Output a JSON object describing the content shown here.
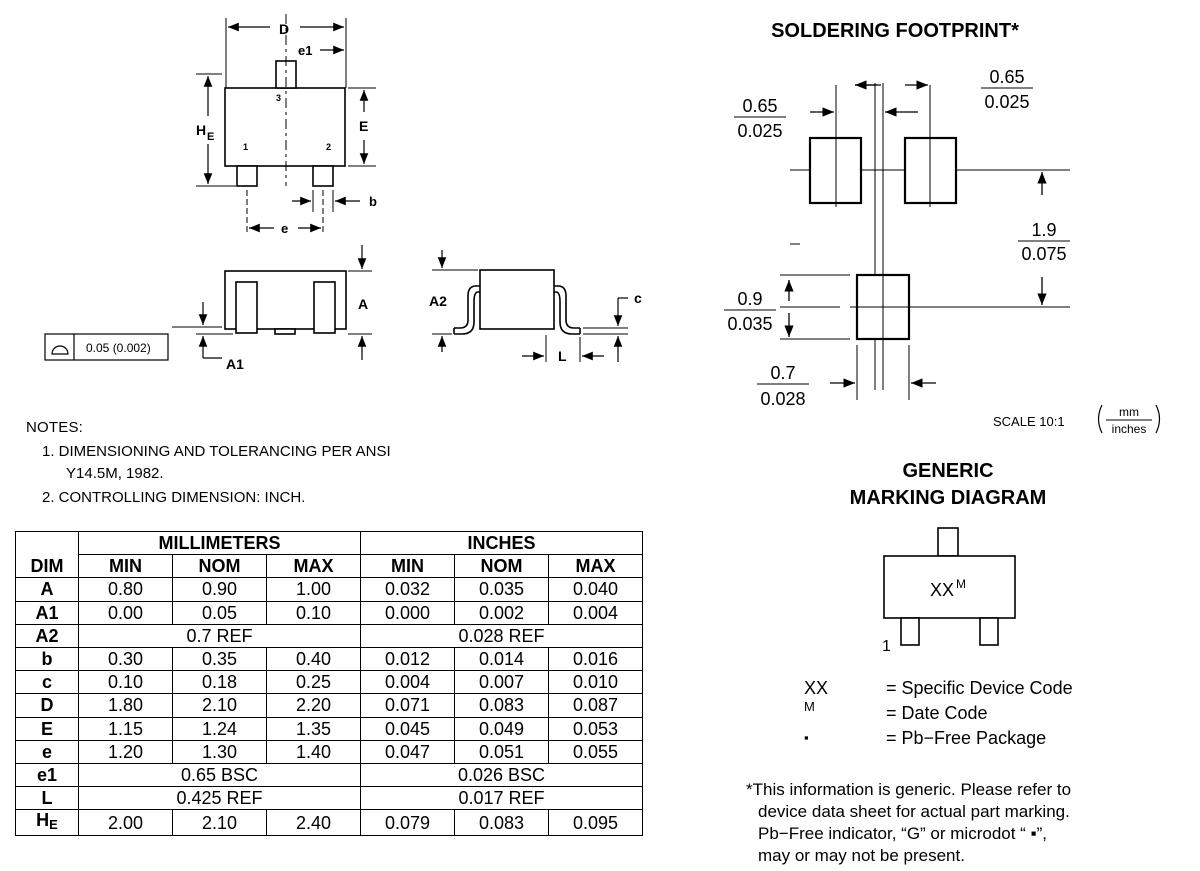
{
  "drawing": {
    "label_D": "D",
    "label_e1": "e1",
    "label_HE": "H",
    "label_HE_sub": "E",
    "label_E": "E",
    "label_b": "b",
    "label_e": "e",
    "pin1": "1",
    "pin2": "2",
    "pin3": "3",
    "label_A": "A",
    "label_A1": "A1",
    "label_A2": "A2",
    "label_c": "c",
    "label_L": "L",
    "flatness": "0.05 (0.002)"
  },
  "notes": {
    "heading": "NOTES:",
    "items": [
      "1.  DIMENSIONING AND TOLERANCING PER ANSI",
      "Y14.5M, 1982.",
      "2.  CONTROLLING DIMENSION: INCH."
    ]
  },
  "table": {
    "group_mm": "MILLIMETERS",
    "group_in": "INCHES",
    "headers": [
      "DIM",
      "MIN",
      "NOM",
      "MAX",
      "MIN",
      "NOM",
      "MAX"
    ],
    "rows": [
      [
        "A",
        "0.80",
        "0.90",
        "1.00",
        "0.032",
        "0.035",
        "0.040"
      ],
      [
        "A1",
        "0.00",
        "0.05",
        "0.10",
        "0.000",
        "0.002",
        "0.004"
      ],
      [
        "A2",
        "0.7 REF",
        "0.028 REF"
      ],
      [
        "b",
        "0.30",
        "0.35",
        "0.40",
        "0.012",
        "0.014",
        "0.016"
      ],
      [
        "c",
        "0.10",
        "0.18",
        "0.25",
        "0.004",
        "0.007",
        "0.010"
      ],
      [
        "D",
        "1.80",
        "2.10",
        "2.20",
        "0.071",
        "0.083",
        "0.087"
      ],
      [
        "E",
        "1.15",
        "1.24",
        "1.35",
        "0.045",
        "0.049",
        "0.053"
      ],
      [
        "e",
        "1.20",
        "1.30",
        "1.40",
        "0.047",
        "0.051",
        "0.055"
      ],
      [
        "e1",
        "0.65 BSC",
        "0.026 BSC"
      ],
      [
        "L",
        "0.425 REF",
        "0.017 REF"
      ],
      [
        "H",
        "2.00",
        "2.10",
        "2.40",
        "0.079",
        "0.083",
        "0.095"
      ]
    ],
    "he_sub": "E"
  },
  "footprint": {
    "title": "SOLDERING FOOTPRINT*",
    "dim_top_left": {
      "mm": "0.65",
      "in": "0.025"
    },
    "dim_top_right": {
      "mm": "0.65",
      "in": "0.025"
    },
    "dim_right": {
      "mm": "1.9",
      "in": "0.075"
    },
    "dim_left": {
      "mm": "0.9",
      "in": "0.035"
    },
    "dim_bottom": {
      "mm": "0.7",
      "in": "0.028"
    },
    "scale": "SCALE 10:1",
    "unit_top": "mm",
    "unit_bottom": "inches"
  },
  "marking": {
    "title_line1": "GENERIC",
    "title_line2": "MARKING DIAGRAM",
    "code": "XX",
    "code_sup": "M",
    "pin1": "1",
    "legend": [
      {
        "key": "XX",
        "desc": "= Specific Device Code"
      },
      {
        "key": "M",
        "desc": "= Date Code"
      },
      {
        "key": "▪",
        "desc": "= Pb−Free Package"
      }
    ]
  },
  "footnote": [
    "*This information is generic. Please refer to",
    "device data sheet for actual part marking.",
    "Pb−Free indicator, “G” or microdot “ ▪”,",
    "may or may not be present."
  ]
}
